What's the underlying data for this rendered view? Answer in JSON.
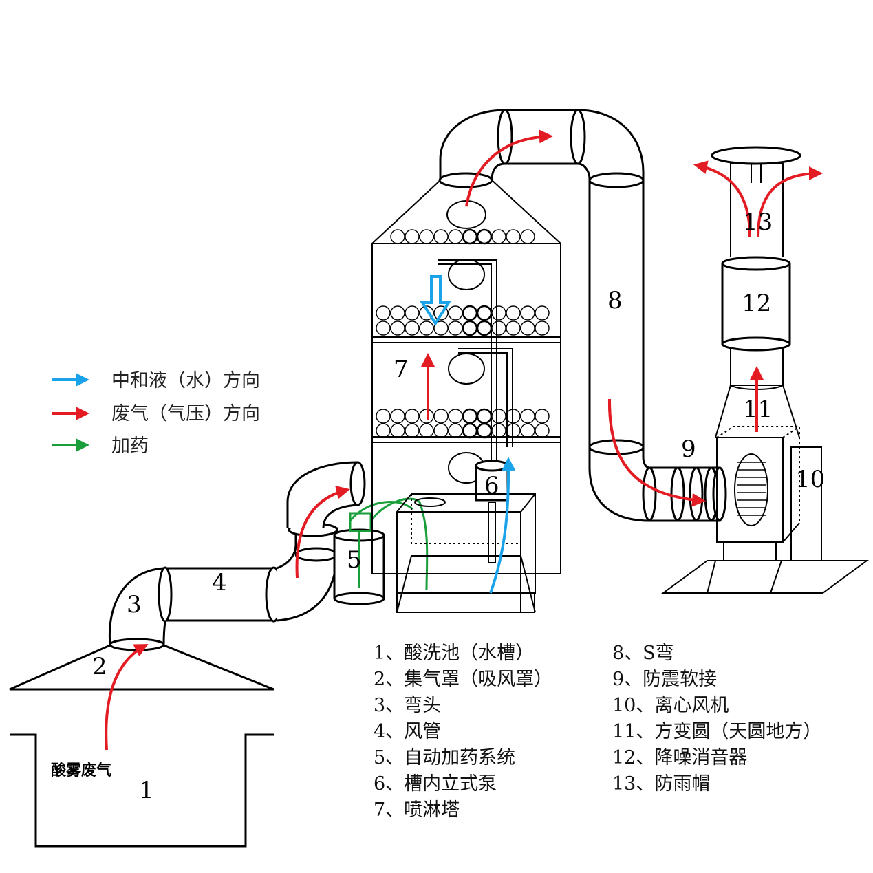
{
  "legend": [
    {
      "text": "中和液（水）方向",
      "color": "#1aa3e8"
    },
    {
      "text": "废气（气压）方向",
      "color": "#e31b23"
    },
    {
      "text": "加药",
      "color": "#1a9e3a"
    }
  ],
  "source_label": "酸雾废气",
  "numbers": {
    "n1": "1",
    "n2": "2",
    "n3": "3",
    "n4": "4",
    "n5": "5",
    "n6": "6",
    "n7": "7",
    "n8": "8",
    "n9": "9",
    "n10": "10",
    "n11": "11",
    "n12": "12",
    "n13": "13"
  },
  "captions_left": [
    "1、酸洗池（水槽）",
    "2、集气罩（吸风罩）",
    "3、弯头",
    "4、风管",
    "5、自动加药系统",
    "6、槽内立式泵",
    "7、喷淋塔"
  ],
  "captions_right": [
    "8、S弯",
    "9、防震软接",
    "10、离心风机",
    "11、方变圆（天圆地方）",
    "12、降噪消音器",
    "13、防雨帽"
  ],
  "colors": {
    "water": "#1aa3e8",
    "gas": "#e31b23",
    "dosing": "#1a9e3a",
    "line": "#000000"
  }
}
